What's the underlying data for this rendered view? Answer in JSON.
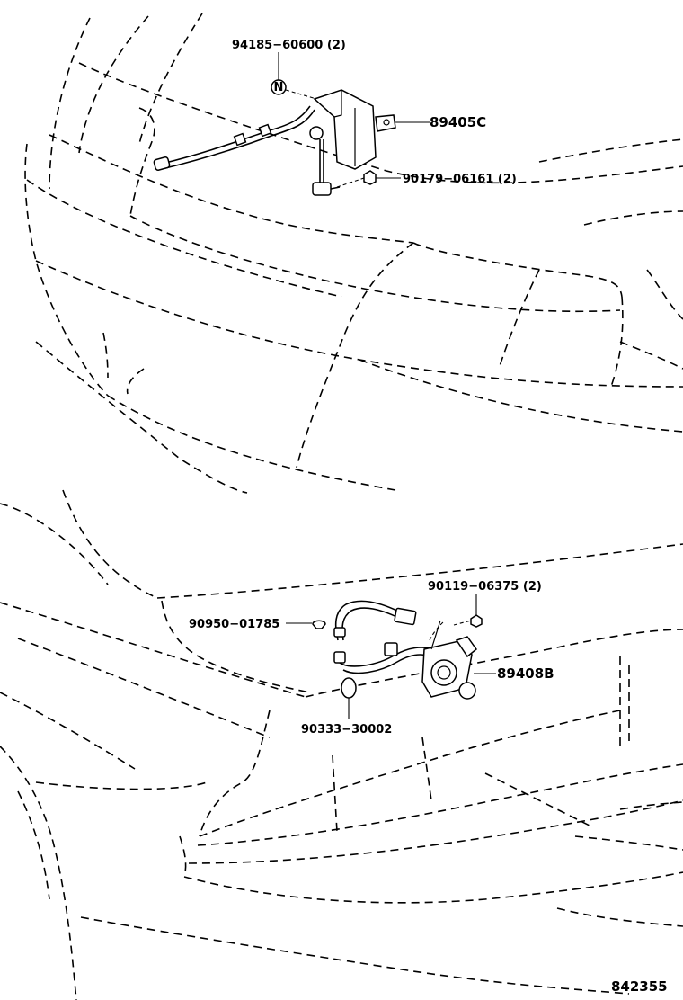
{
  "labels": {
    "p_94185": "94185−60600 (2)",
    "p_89405c": "89405C",
    "p_90179": "90179−06161 (2)",
    "p_90119": "90119−06375 (2)",
    "p_90950": "90950−01785",
    "p_89408b": "89408B",
    "p_90333": "90333−30002",
    "diagram_no": "842355"
  },
  "symbols": {
    "nut_marker": "N"
  }
}
